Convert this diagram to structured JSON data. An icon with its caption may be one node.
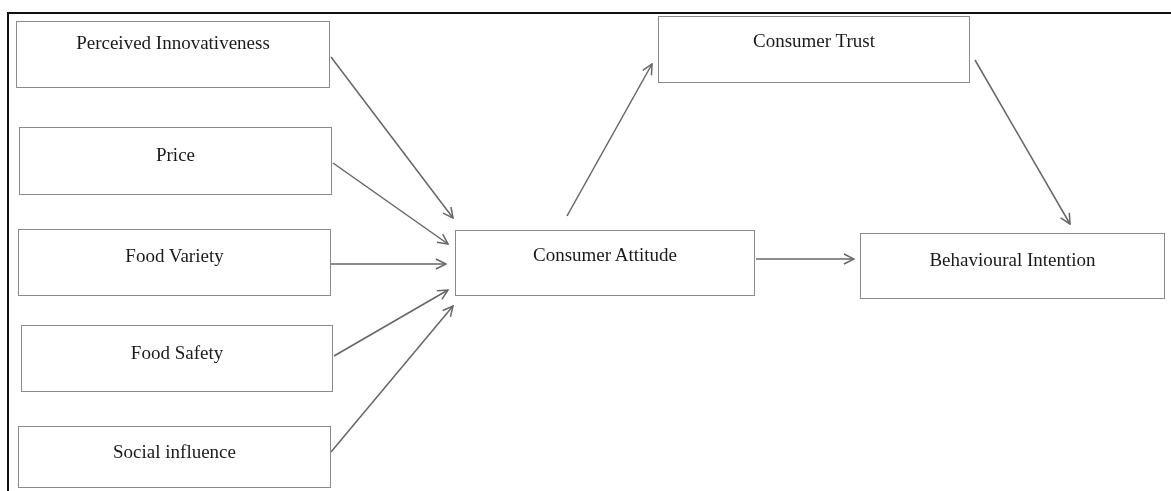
{
  "diagram": {
    "nodes": [
      {
        "text": [
          "Perceived Innovativeness"
        ]
      },
      {
        "text": [
          "Price"
        ]
      },
      {
        "text": [
          "Food Variety"
        ]
      },
      {
        "text": [
          "Food Safety"
        ]
      },
      {
        "text": [
          "Social influence"
        ]
      },
      {
        "text": [
          "Consumer Attitude"
        ]
      },
      {
        "text": [
          "Consumer Trust"
        ]
      },
      {
        "text": [
          "Behavioural Intention"
        ]
      }
    ],
    "edges": [
      {
        "from": 0,
        "to": 5,
        "arrow": "to"
      },
      {
        "from": 1,
        "to": 5,
        "arrow": "to"
      },
      {
        "from": 2,
        "to": 5,
        "arrow": "to"
      },
      {
        "from": 3,
        "to": 5,
        "arrow": "to"
      },
      {
        "from": 4,
        "to": 5,
        "arrow": "to"
      },
      {
        "from": 5,
        "to": 6,
        "arrow": "to"
      },
      {
        "from": 6,
        "to": 7,
        "arrow": "to"
      },
      {
        "from": 5,
        "to": 7,
        "arrow": "to"
      }
    ]
  }
}
